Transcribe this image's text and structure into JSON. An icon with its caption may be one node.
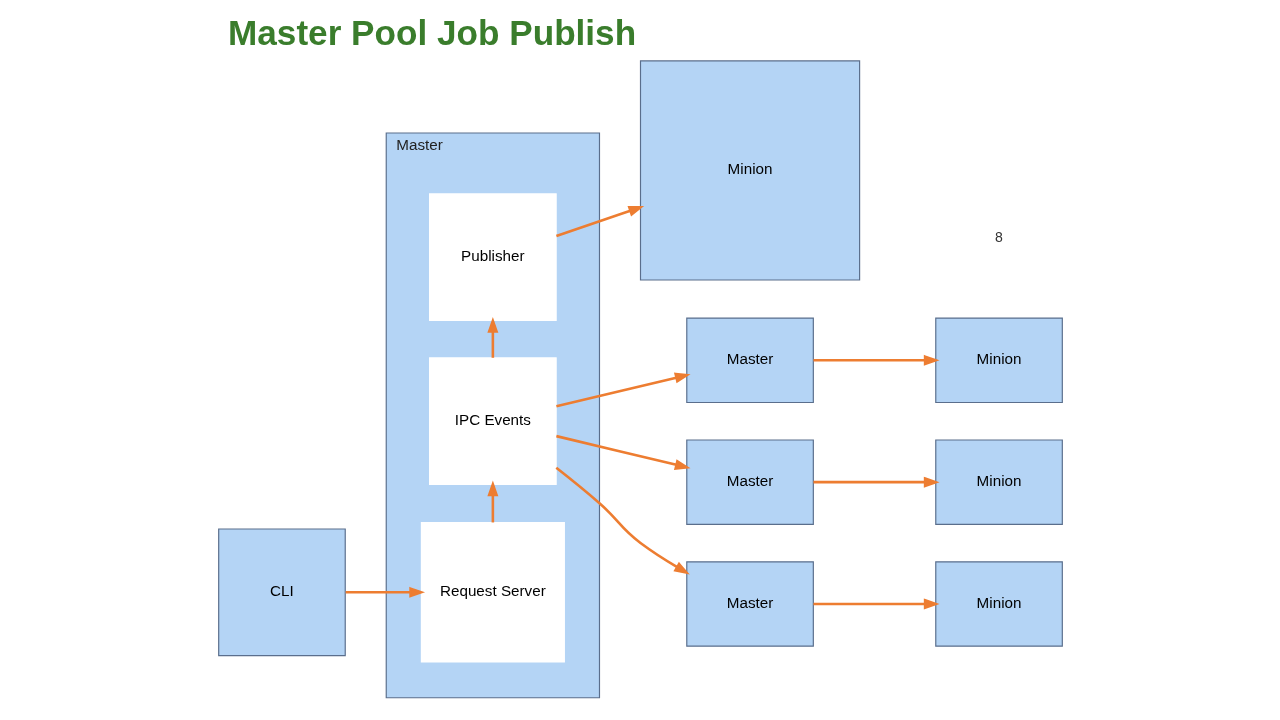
{
  "diagram": {
    "title": "Master Pool Job Publish",
    "nodes": [
      {
        "text": [
          "Master"
        ]
      },
      {
        "text": [
          "Publisher"
        ],
        "in": 0
      },
      {
        "text": [
          "IPC Events"
        ],
        "in": 0
      },
      {
        "text": [
          "Request Server"
        ],
        "in": 0
      },
      {
        "text": [
          "CLI"
        ]
      },
      {
        "text": [
          "Minion"
        ]
      },
      {
        "text": [
          "Master"
        ]
      },
      {
        "text": [
          "Minion"
        ]
      },
      {
        "text": [
          "Master"
        ]
      },
      {
        "text": [
          "Minion"
        ]
      },
      {
        "text": [
          "Master"
        ]
      },
      {
        "text": [
          "Minion"
        ]
      }
    ],
    "edges": [
      {
        "from": 2,
        "to": 1,
        "arrow": "to"
      },
      {
        "from": 3,
        "to": 2,
        "arrow": "to"
      },
      {
        "from": 4,
        "to": 3,
        "arrow": "to"
      },
      {
        "from": 1,
        "to": 5,
        "arrow": "to"
      },
      {
        "from": 2,
        "to": 6,
        "arrow": "to"
      },
      {
        "from": 2,
        "to": 8,
        "arrow": "to"
      },
      {
        "from": 2,
        "to": 10,
        "arrow": "to"
      },
      {
        "from": 6,
        "to": 7,
        "arrow": "to"
      },
      {
        "from": 8,
        "to": 9,
        "arrow": "to"
      },
      {
        "from": 10,
        "to": 11,
        "arrow": "to"
      }
    ],
    "labels": [
      "8"
    ]
  }
}
